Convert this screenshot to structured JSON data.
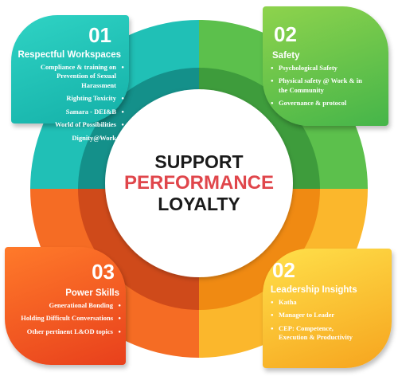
{
  "center": {
    "line1": "SUPPORT",
    "line2": "PERFORMANCE",
    "line3": "LOYALTY"
  },
  "colors": {
    "teal": "#1fbfb5",
    "green": "#56bd4a",
    "orange": "#f26a22",
    "yellow": "#fbbd2a",
    "text_dark": "#1a1a1a",
    "text_accent": "#e0464b"
  },
  "quadrants": [
    {
      "number": "01",
      "title": "Respectful Workspaces",
      "items": [
        "Compliance & training on Prevention of Sexual Harassment",
        "Righting Toxicity",
        "Samara - DEI&B",
        "World of Possibilities",
        "Dignity@Work"
      ]
    },
    {
      "number": "02",
      "title": "Safety",
      "items": [
        "Psychological Safety",
        "Physical safety @ Work & in the Community",
        "Governance & protocol"
      ]
    },
    {
      "number": "03",
      "title": "Power Skills",
      "items": [
        "Generational Bonding",
        "Holding Difficult Conversations",
        "Other pertinent L&OD topics"
      ]
    },
    {
      "number": "02",
      "title": "Leadership Insights",
      "items": [
        "Katha",
        "Manager to Leader",
        "CEP: Competence, Execution & Productivity"
      ]
    }
  ]
}
